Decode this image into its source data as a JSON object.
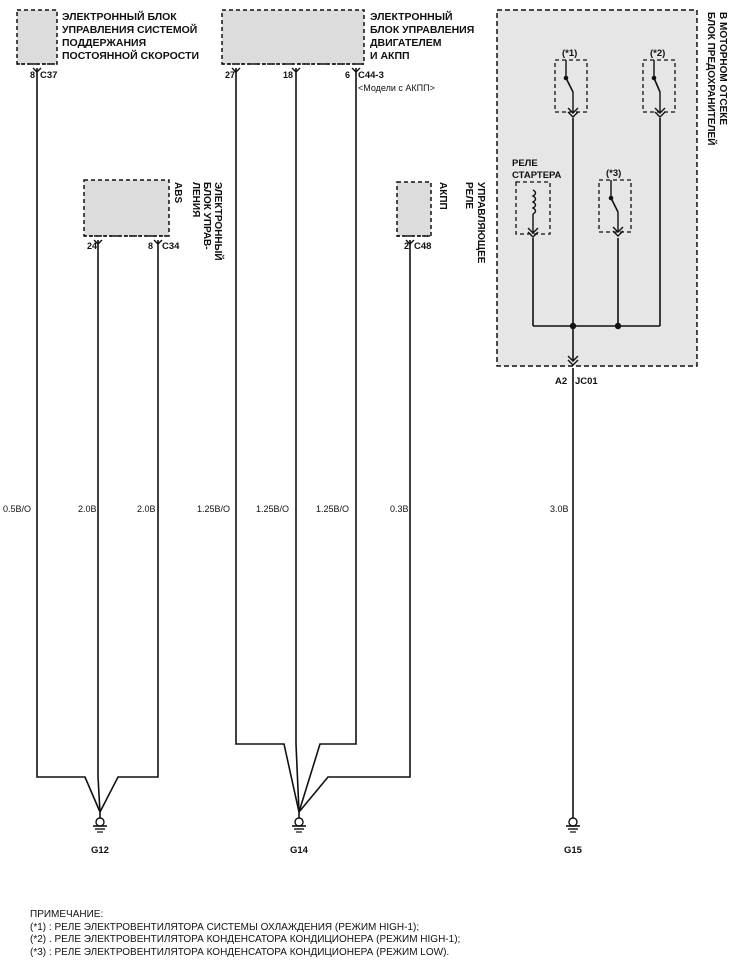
{
  "units": {
    "cruise": [
      "ЭЛЕКТРОННЫЙ БЛОК",
      "УПРАВЛЕНИЯ СИСТЕМОЙ",
      "ПОДДЕРЖАНИЯ",
      "ПОСТОЯННОЙ СКОРОСТИ"
    ],
    "engine": [
      "ЭЛЕКТРОННЫЙ",
      "БЛОК УПРАВЛЕНИЯ",
      "ДВИГАТЕЛЕМ",
      "И АКПП"
    ],
    "engine_note": "<Модели с АКПП>",
    "abs": [
      "ЭЛЕКТРОННЫЙ",
      "БЛОК УПРАВ-",
      "ЛЕНИЯ",
      "ABS"
    ],
    "relay": [
      "УПРАВЛЯЮЩЕЕ",
      "РЕЛЕ",
      "АКПП"
    ],
    "fusebox": [
      "БЛОК ПРЕДОХРАНИТЕЛЕЙ",
      "В МОТОРНОМ ОТСЕКЕ"
    ],
    "starter": [
      "РЕЛЕ",
      "СТАРТЕРА"
    ]
  },
  "relay_marks": [
    "(*1)",
    "(*2)",
    "(*3)"
  ],
  "connectors": {
    "c37": "C37",
    "c44": "C44-3",
    "c34": "C34",
    "c48": "C48",
    "a2": "A2",
    "jc01": "JC01"
  },
  "pins": {
    "p8a": "8",
    "p27": "27",
    "p18": "18",
    "p6": "6",
    "p24": "24",
    "p8b": "8",
    "p2": "2"
  },
  "wires": [
    "0.5B/O",
    "2.0B",
    "2.0B",
    "1.25B/O",
    "1.25B/O",
    "1.25B/O",
    "0.3B",
    "3.0B"
  ],
  "grounds": [
    "G12",
    "G14",
    "G15"
  ],
  "notes": {
    "title": "ПРИМЕЧАНИЕ:",
    "lines": [
      "(*1) : РЕЛЕ ЭЛЕКТРОВЕНТИЛЯТОРА СИСТЕМЫ ОХЛАЖДЕНИЯ (РЕЖИМ HIGH-1);",
      "(*2) . РЕЛЕ ЭЛЕКТРОВЕНТИЛЯТОРА КОНДЕНСАТОРА КОНДИЦИОНЕРА (РЕЖИМ HIGH-1);",
      "(*3) : РЕЛЕ ЭЛЕКТРОВЕНТИЛЯТОРА КОНДЕНСАТОРА КОНДИЦИОНЕРА (РЕЖИМ LOW)."
    ]
  }
}
